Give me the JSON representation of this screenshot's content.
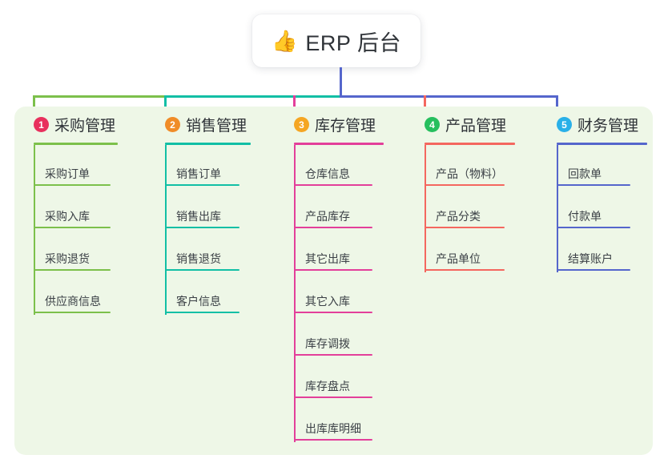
{
  "diagram": {
    "title": "ERP 后台",
    "title_icon": "thumbs-up-icon",
    "title_emoji": "👍",
    "panel_bg": "#eef7e7",
    "columns": [
      {
        "number": "1",
        "title": "采购管理",
        "badge_color": "#e8305d",
        "line_color": "#7cc04b",
        "items": [
          "采购订单",
          "采购入库",
          "采购退货",
          "供应商信息"
        ]
      },
      {
        "number": "2",
        "title": "销售管理",
        "badge_color": "#f08c28",
        "line_color": "#12bfa5",
        "items": [
          "销售订单",
          "销售出库",
          "销售退货",
          "客户信息"
        ]
      },
      {
        "number": "3",
        "title": "库存管理",
        "badge_color": "#f5a623",
        "line_color": "#e33f9a",
        "items": [
          "仓库信息",
          "产品库存",
          "其它出库",
          "其它入库",
          "库存调拨",
          "库存盘点",
          "出库库明细"
        ]
      },
      {
        "number": "4",
        "title": "产品管理",
        "badge_color": "#26bf5e",
        "line_color": "#f4675f",
        "items": [
          "产品（物料）",
          "产品分类",
          "产品单位"
        ]
      },
      {
        "number": "5",
        "title": "财务管理",
        "badge_color": "#29b0e8",
        "line_color": "#5566cc",
        "items": [
          "回款单",
          "付款单",
          "结算账户"
        ]
      }
    ]
  }
}
